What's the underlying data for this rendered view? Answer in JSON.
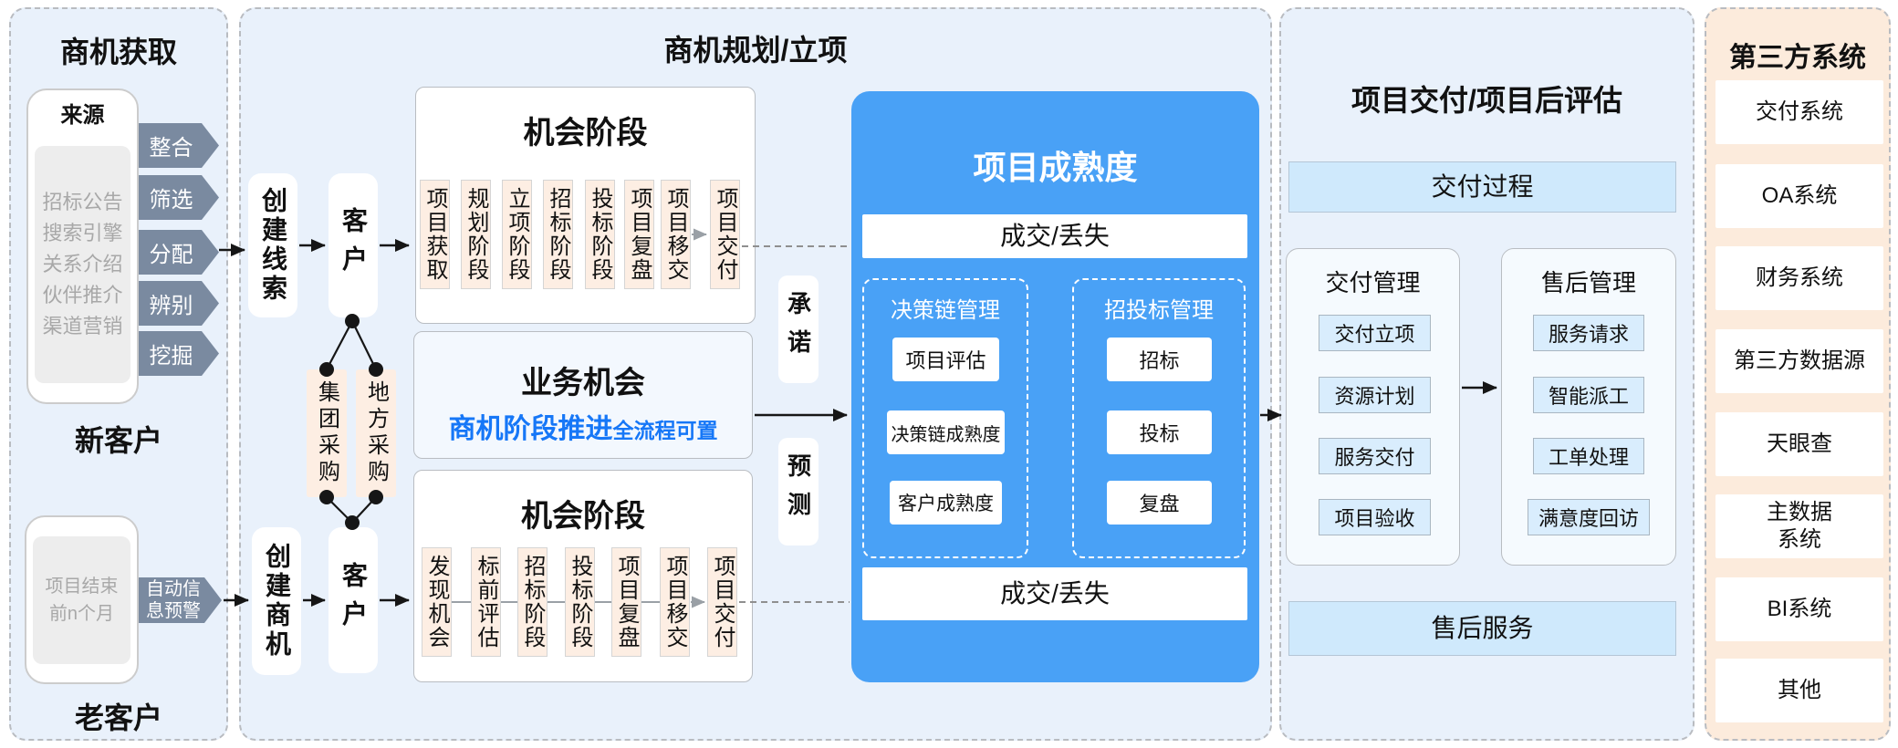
{
  "panel1": {
    "title": "商机获取",
    "source": {
      "label": "来源",
      "list": "招标公告\n搜索引擎\n关系介绍\n伙伴推介\n渠道营销"
    },
    "chevrons": [
      "整合",
      "筛选",
      "分配",
      "辨别",
      "挖掘"
    ],
    "new_customer": "新客户",
    "project_end_note": "项目结束\n前n个月",
    "auto_alert_chevron": "自动信\n息预警",
    "old_customer": "老客户"
  },
  "panel2": {
    "title": "商机规划/立项",
    "create_lead": "创建线索",
    "customer_top": "客户",
    "group_procurement": "集团采购",
    "local_procurement": "地方采购",
    "create_opportunity": "创建商机",
    "customer_bottom": "客户",
    "stage_box_top": {
      "title": "机会阶段",
      "stages": [
        "项目获取",
        "规划阶段",
        "立项阶段",
        "招标阶段",
        "投标阶段",
        "项目复盘",
        "项目移交",
        "项目交付"
      ]
    },
    "business_opportunity": {
      "title": "业务机会",
      "subtitle_main": "商机阶段推进",
      "subtitle_small": "全流程可置"
    },
    "stage_box_bottom": {
      "title": "机会阶段",
      "stages": [
        "发现机会",
        "标前评估",
        "招标阶段",
        "投标阶段",
        "项目复盘",
        "项目移交",
        "项目交付"
      ]
    },
    "commitment": "承诺",
    "forecast": "预测",
    "maturity": {
      "title": "项目成熟度",
      "win_loss_top": "成交/丢失",
      "decision_chain": {
        "title": "决策链管理",
        "items": [
          "项目评估",
          "决策链成熟度",
          "客户成熟度"
        ]
      },
      "bidding": {
        "title": "招投标管理",
        "items": [
          "招标",
          "投标",
          "复盘"
        ]
      },
      "win_loss_bottom": "成交/丢失"
    }
  },
  "panel3": {
    "title": "项目交付/项目后评估",
    "delivery_process_bar": "交付过程",
    "delivery_mgmt": {
      "title": "交付管理",
      "items": [
        "交付立项",
        "资源计划",
        "服务交付",
        "项目验收"
      ]
    },
    "aftersales_mgmt": {
      "title": "售后管理",
      "items": [
        "服务请求",
        "智能派工",
        "工单处理",
        "满意度回访"
      ]
    },
    "aftersales_service_bar": "售后服务"
  },
  "panel4": {
    "title": "第三方系统",
    "items": [
      "交付系统",
      "OA系统",
      "财务系统",
      "第三方数据源",
      "天眼查",
      "主数据\n系统",
      "BI系统",
      "其他"
    ]
  },
  "colors": {
    "panel_bg": "#e9f1fb",
    "panel_peach_bg": "#fcebdc",
    "chevron_slate": "#7a8aa0",
    "stage_peach": "#fdeee3",
    "maturity_blue": "#49a1f6",
    "link_blue": "#1677f7",
    "bar_light_blue": "#cfe9fc",
    "item_light_blue": "#d9edfd"
  }
}
